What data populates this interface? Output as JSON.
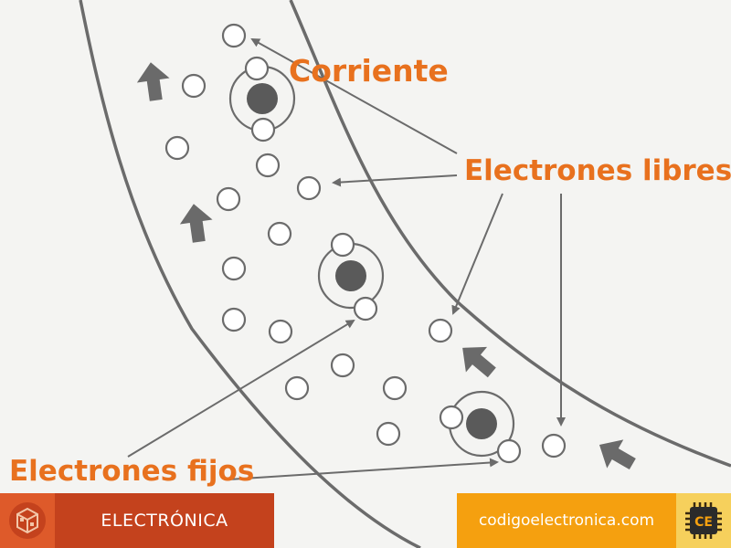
{
  "labels": {
    "current": "Corriente",
    "free_electrons": "Electrones libres",
    "fixed_electrons": "Electrones fijos"
  },
  "footer": {
    "category": "ELECTRÓNICA",
    "website": "codigoelectronica.com",
    "logo_text": "CE"
  },
  "colors": {
    "label_orange": "#e8711e",
    "line_gray": "#6b6b6b",
    "arrow_gray": "#6a6a6a",
    "nucleus_gray": "#5a5a5a",
    "banner_left": "#c4421d",
    "banner_right": "#f5a00f"
  },
  "icons": {
    "left_badge": "cube-icon",
    "right_badge": "chip-icon"
  }
}
